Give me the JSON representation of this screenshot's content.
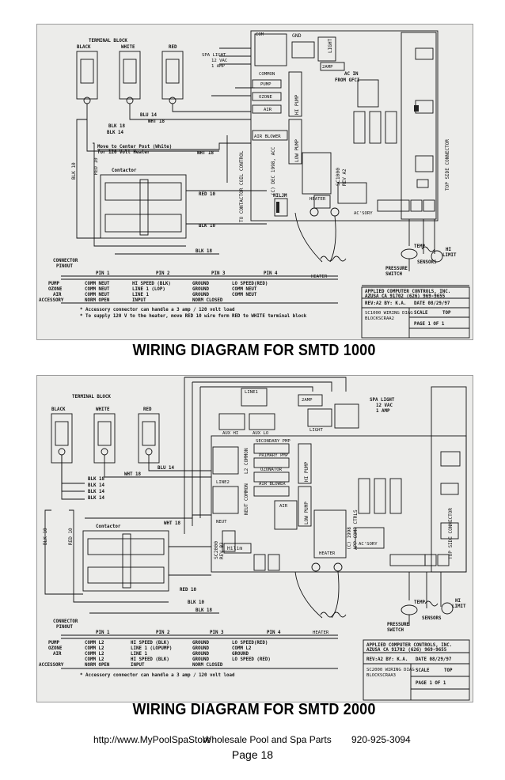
{
  "diagram1": {
    "title": "WIRING DIAGRAM FOR SMTD 1000",
    "terminal_block": "TERMINAL BLOCK",
    "terminals": [
      "BLACK",
      "WHITE",
      "RED"
    ],
    "com": "COM",
    "gnd": "GND",
    "spa_light": [
      "SPA LIGHT",
      "12 VAC",
      "1 AMP"
    ],
    "light": "LIGHT",
    "amp2": "2AMP",
    "common": "COMMON",
    "ac_in": [
      "AC IN",
      "FROM GFCI"
    ],
    "pump": "PUMP",
    "ozone": "OZONE",
    "air": "AIR",
    "hi_pump": "HI PUMP",
    "low_pump": "LOW PUMP",
    "air_blower": "AIR BLOWER",
    "wires": [
      "BLU 14",
      "WHT 18",
      "BLK 18",
      "BLK 14",
      "WHT 18",
      "BLK 10",
      "RED 10",
      "RED 10",
      "BLK 10",
      "BLK 18"
    ],
    "move_note": [
      "Move to Center Post (White)",
      "for 120 Volt Heater"
    ],
    "contactor": "Contactor",
    "to_contactor": "TO CONTACTOR COIL CONTROL",
    "hiljm": "HILJM",
    "copyright": "(C) DEC 1998, ACC",
    "board": [
      "SC1000",
      "REV A2"
    ],
    "heater": "HEATER",
    "acsory": "AC'SORY",
    "top_side": "TOP SIDE CONNECTOR",
    "pressure_switch": [
      "PRESSURE",
      "SWITCH"
    ],
    "temp": "TEMP",
    "hi_limit": [
      "HI",
      "LIMIT"
    ],
    "sensors": "SENSORS",
    "pinout_label": [
      "CONNECTOR",
      "PINOUT"
    ],
    "pin_headers": [
      "PIN 1",
      "PIN 2",
      "PIN 3",
      "PIN 4"
    ],
    "pin_rows": [
      [
        "PUMP",
        "COMM NEUT",
        "HI SPEED (BLK)",
        "GROUND",
        "LO SPEED(RED)"
      ],
      [
        "OZONE",
        "COMM NEUT",
        "LINE 1 (LOP)",
        "GROUND",
        "COMM NEUT"
      ],
      [
        "AIR",
        "COMM NEUT",
        "LINE 1",
        "GROUND",
        "COMM NEUT"
      ],
      [
        "ACCESSORY",
        "NORM OPEN",
        "INPUT",
        "NORM CLOSED",
        ""
      ]
    ],
    "notes": [
      "* Accessory connector can handle a 3 amp / 120 volt load",
      "* To supply 120 V to the heater, move RED 10 wire form RED to WHITE terminal block"
    ],
    "company": [
      "APPLIED COMPUTER CONTROLS, INC.",
      "AZUSA CA 91702 (626) 969-9655"
    ],
    "rev": "REV:A2 BY: K.A.",
    "date": "DATE 08/29/97",
    "desc": [
      "SC1000 WIRING DIAG",
      "BLOCKSCRAA2"
    ],
    "scale": "SCALE",
    "scale_val": "TOP",
    "page": "PAGE 1 OF 1"
  },
  "diagram2": {
    "title": "WIRING DIAGRAM FOR SMTD 2000",
    "terminal_block": "TERMINAL BLOCK",
    "terminals": [
      "BLACK",
      "WHITE",
      "RED"
    ],
    "line1": "LINE1",
    "amp2": "2AMP",
    "spa_light": [
      "SPA LIGHT",
      "12 VAC",
      "1 AMP"
    ],
    "light": "LIGHT",
    "aux_hi": "AUX HI",
    "aux_lo": "AUX LO",
    "secondary_pmp": "SECONDARY PMP",
    "primary_pmp": "PRIMARY PMP",
    "ozonator": "OZONATOR",
    "air_blower": "AIR BLOWER",
    "l2_common": "L2 COMMON",
    "neut_common": "NEUT COMMON",
    "line2": "LINE2",
    "neut": "NEUT",
    "air": "AIR",
    "hi_pump": "HI PUMP",
    "low_pump": "LOW PUMP",
    "hiljm": "Hilim",
    "board": [
      "SC2000",
      "REV B3"
    ],
    "copyright": [
      "(C) 1998",
      "APP COMP CTRLS"
    ],
    "heater": "HEATER",
    "acsory": "AC'SORY",
    "top_side": "TOP SIDE CONNECTOR",
    "wires": [
      "BLK 18",
      "BLK 14",
      "BLK 14",
      "BLK 14",
      "WHT 18",
      "BLU 14",
      "WHT 18",
      "BLK 10",
      "RED 10",
      "RED 10",
      "BLK 10",
      "BLK 18"
    ],
    "contactor": "Contactor",
    "pressure_switch": [
      "PRESSURE",
      "SWITCH"
    ],
    "temp": "TEMP",
    "hi_limit": [
      "HI",
      "LIMIT"
    ],
    "sensors": "SENSORS",
    "pinout_label": [
      "CONNECTOR",
      "PINOUT"
    ],
    "pin_headers": [
      "PIN 1",
      "PIN 2",
      "PIN 3",
      "PIN 4"
    ],
    "pin_rows": [
      [
        "PUMP",
        "COMM L2",
        "HI SPEED (BLK)",
        "GROUND",
        "LO SPEED(RED)"
      ],
      [
        "OZONE",
        "COMM L2",
        "LINE 1 (LOPUMP)",
        "GROUND",
        "COMM L2"
      ],
      [
        "AIR",
        "COMM L2",
        "LINE 1",
        "GROUND",
        "GROUND"
      ],
      [
        "",
        "COMM L2",
        "HI SPEED (BLK)",
        "GROUND",
        "LO SPEED (RED)"
      ],
      [
        "ACCESSORY",
        "NORM OPEN",
        "INPUT",
        "NORM CLOSED",
        ""
      ]
    ],
    "notes": [
      "* Accessory connector can handle a 3 amp / 120 volt load"
    ],
    "company": [
      "APPLIED COMPUTER CONTROLS, INC.",
      "AZUSA CA 91702 (626) 969-9655"
    ],
    "rev": "REV:A2 BY: K.A.",
    "date": "DATE 08/29/97",
    "desc": [
      "SC2000 WIRING DIAG",
      "BLOCKSCRAA3"
    ],
    "scale": "SCALE",
    "scale_val": "TOP",
    "page": "PAGE 1 OF 1"
  },
  "footer": {
    "url": "http://www.MyPoolSpaStore",
    "overlap": "Wholesale Pool and Spa Parts",
    "phone": "920-925-3094",
    "page": "Page 18"
  }
}
